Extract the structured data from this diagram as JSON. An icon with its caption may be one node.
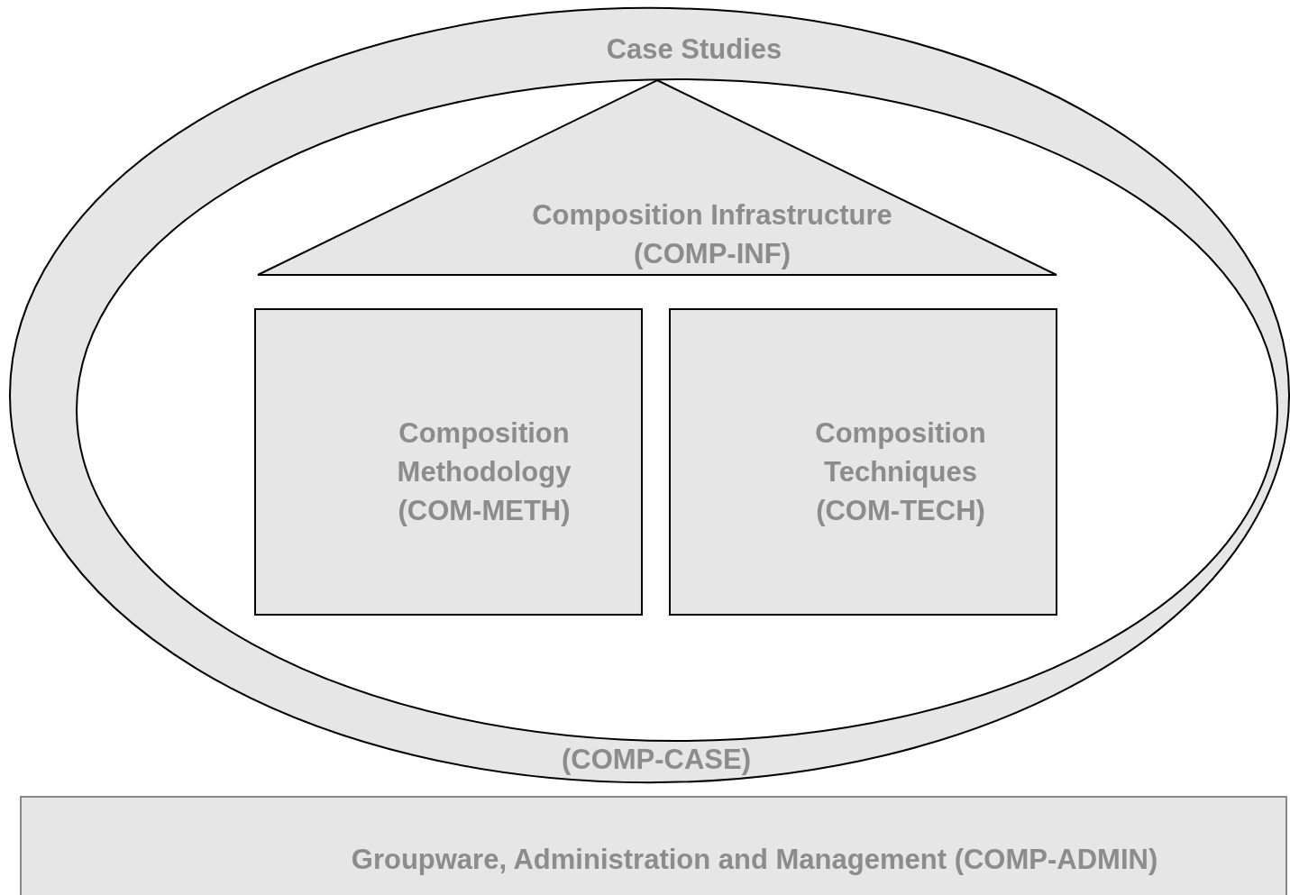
{
  "diagram": {
    "nodes": [
      {
        "text": [
          "Case Studies",
          "(COMP-CASE)"
        ]
      },
      {
        "text": [
          "Composition Infrastructure (COMP-INF)"
        ],
        "in": 0
      },
      {
        "text": [
          "Composition Methodology (COM-METH)"
        ],
        "in": 0
      },
      {
        "text": [
          "Composition Techniques (COM-TECH)"
        ],
        "in": 0
      },
      {
        "text": [
          "Groupware, Administration and Management (COMP-ADMIN)"
        ]
      }
    ]
  }
}
